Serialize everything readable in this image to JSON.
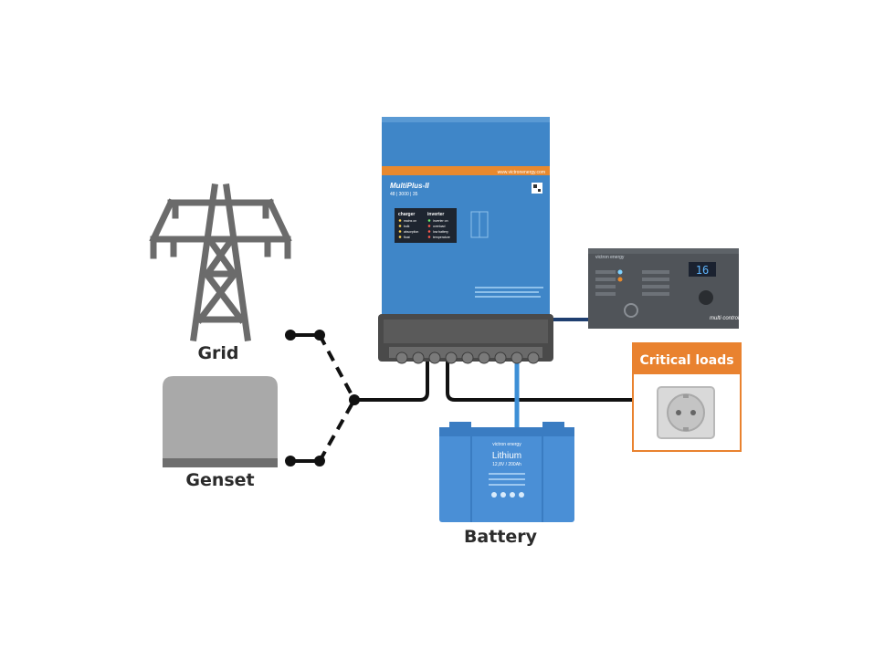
{
  "labels": {
    "grid": "Grid",
    "genset": "Genset",
    "battery": "Battery",
    "critical_loads": "Critical loads"
  },
  "inverter": {
    "brand_url": "www.victronenergy.com",
    "model": "MultiPlus-II",
    "rating": "48 | 3000 | 35",
    "charger": "charger",
    "inverter_col": "inverter",
    "charger_items": [
      "mains on",
      "bulk",
      "absorption",
      "float"
    ],
    "inverter_items": [
      "inverter on",
      "overload",
      "low battery",
      "temperature"
    ]
  },
  "battery_unit": {
    "brand": "victron energy",
    "chem": "Lithium",
    "spec": "12,8V / 200Ah"
  },
  "control_panel": {
    "brand": "victron energy",
    "display": "16",
    "name": "multi control"
  },
  "colors": {
    "blue_body": "#3f86c8",
    "orange_stripe": "#e8892f",
    "dark_grey": "#4a4a4a",
    "cable_blue": "#3d8fd6",
    "orange_box": "#e9822f",
    "tower_grey": "#6b6b6b",
    "genset_grey": "#a9a9a9"
  },
  "icons": [
    "pylon-icon",
    "generator-icon",
    "power-socket-icon",
    "transfer-switch-icon"
  ]
}
